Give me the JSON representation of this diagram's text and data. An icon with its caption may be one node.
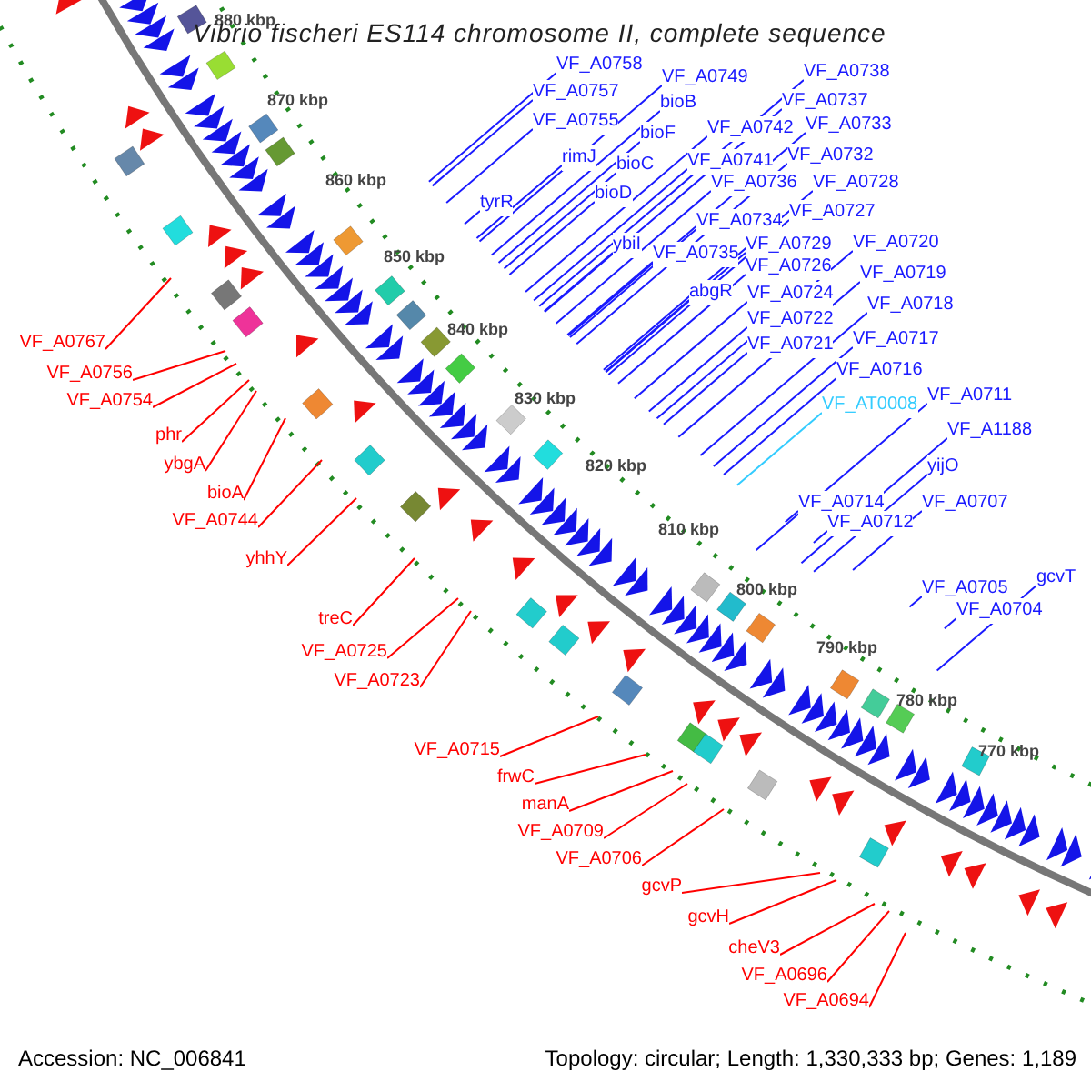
{
  "diagram": {
    "title": "Vibrio fischeri ES114 chromosome II, complete sequence",
    "nodes": [
      {
        "text": [
          "VF_A0758"
        ]
      },
      {
        "text": [
          "VF_A0738"
        ]
      },
      {
        "text": [
          "VF_A0749"
        ]
      },
      {
        "text": [
          "VF_A0757"
        ]
      },
      {
        "text": [
          "VF_A0737"
        ]
      },
      {
        "text": [
          "bioB"
        ]
      },
      {
        "text": [
          "VF_A0755"
        ]
      },
      {
        "text": [
          "VF_A0733"
        ]
      },
      {
        "text": [
          "VF_A0742"
        ]
      },
      {
        "text": [
          "bioF"
        ]
      },
      {
        "text": [
          "VF_A0732"
        ]
      },
      {
        "text": [
          "rimJ"
        ]
      },
      {
        "text": [
          "VF_A0741"
        ]
      },
      {
        "text": [
          "bioC"
        ]
      },
      {
        "text": [
          "VF_A0728"
        ]
      },
      {
        "text": [
          "VF_A0736"
        ]
      },
      {
        "text": [
          "bioD"
        ]
      },
      {
        "text": [
          "tyrR"
        ]
      },
      {
        "text": [
          "VF_A0727"
        ]
      },
      {
        "text": [
          "VF_A0734"
        ]
      },
      {
        "text": [
          "VF_A0720"
        ]
      },
      {
        "text": [
          "VF_A0729"
        ]
      },
      {
        "text": [
          "ybiI"
        ]
      },
      {
        "text": [
          "VF_A0735"
        ]
      },
      {
        "text": [
          "VF_A0726"
        ]
      },
      {
        "text": [
          "VF_A0719"
        ]
      },
      {
        "text": [
          "abgR"
        ]
      },
      {
        "text": [
          "VF_A0724"
        ]
      },
      {
        "text": [
          "VF_A0718"
        ]
      },
      {
        "text": [
          "VF_A0722"
        ]
      },
      {
        "text": [
          "VF_A0717"
        ]
      },
      {
        "text": [
          "VF_A0721"
        ]
      },
      {
        "text": [
          "VF_A0716"
        ]
      },
      {
        "text": [
          "VF_A0711"
        ]
      },
      {
        "text": [
          "VF_AT0008"
        ]
      },
      {
        "text": [
          "VF_A1188"
        ]
      },
      {
        "text": [
          "yijO"
        ]
      },
      {
        "text": [
          "VF_A0714"
        ]
      },
      {
        "text": [
          "VF_A0707"
        ]
      },
      {
        "text": [
          "VF_A0712"
        ]
      },
      {
        "text": [
          "gcvT"
        ]
      },
      {
        "text": [
          "VF_A0705"
        ]
      },
      {
        "text": [
          "VF_A0704"
        ]
      },
      {
        "text": [
          "VF_A0767"
        ]
      },
      {
        "text": [
          "VF_A0756"
        ]
      },
      {
        "text": [
          "VF_A0754"
        ]
      },
      {
        "text": [
          "phr"
        ]
      },
      {
        "text": [
          "ybgA"
        ]
      },
      {
        "text": [
          "bioA"
        ]
      },
      {
        "text": [
          "VF_A0744"
        ]
      },
      {
        "text": [
          "yhhY"
        ]
      },
      {
        "text": [
          "treC"
        ]
      },
      {
        "text": [
          "VF_A0725"
        ]
      },
      {
        "text": [
          "VF_A0723"
        ]
      },
      {
        "text": [
          "VF_A0715"
        ]
      },
      {
        "text": [
          "frwC"
        ]
      },
      {
        "text": [
          "manA"
        ]
      },
      {
        "text": [
          "VF_A0709"
        ]
      },
      {
        "text": [
          "VF_A0706"
        ]
      },
      {
        "text": [
          "gcvP"
        ]
      },
      {
        "text": [
          "gcvH"
        ]
      },
      {
        "text": [
          "cheV3"
        ]
      },
      {
        "text": [
          "VF_A0696"
        ]
      },
      {
        "text": [
          "VF_A0694"
        ]
      }
    ],
    "edges": [
      {
        "from": 0,
        "to": null,
        "arrow": "none"
      },
      {
        "from": 1,
        "to": null,
        "arrow": "none"
      },
      {
        "from": 2,
        "to": null,
        "arrow": "none"
      },
      {
        "from": 3,
        "to": null,
        "arrow": "none"
      },
      {
        "from": 4,
        "to": null,
        "arrow": "none"
      },
      {
        "from": 5,
        "to": null,
        "arrow": "none"
      },
      {
        "from": 6,
        "to": null,
        "arrow": "none"
      },
      {
        "from": 7,
        "to": null,
        "arrow": "none"
      },
      {
        "from": 8,
        "to": null,
        "arrow": "none"
      },
      {
        "from": 9,
        "to": null,
        "arrow": "none"
      },
      {
        "from": 10,
        "to": null,
        "arrow": "none"
      },
      {
        "from": 11,
        "to": null,
        "arrow": "none"
      },
      {
        "from": 12,
        "to": null,
        "arrow": "none"
      },
      {
        "from": 13,
        "to": null,
        "arrow": "none"
      },
      {
        "from": 14,
        "to": null,
        "arrow": "none"
      },
      {
        "from": 15,
        "to": null,
        "arrow": "none"
      },
      {
        "from": 16,
        "to": null,
        "arrow": "none"
      },
      {
        "from": 17,
        "to": null,
        "arrow": "none"
      },
      {
        "from": 18,
        "to": null,
        "arrow": "none"
      },
      {
        "from": 19,
        "to": null,
        "arrow": "none"
      },
      {
        "from": 20,
        "to": null,
        "arrow": "none"
      },
      {
        "from": 21,
        "to": null,
        "arrow": "none"
      },
      {
        "from": 22,
        "to": null,
        "arrow": "none"
      },
      {
        "from": 23,
        "to": null,
        "arrow": "none"
      },
      {
        "from": 24,
        "to": null,
        "arrow": "none"
      },
      {
        "from": 25,
        "to": null,
        "arrow": "none"
      },
      {
        "from": 26,
        "to": null,
        "arrow": "none"
      },
      {
        "from": 27,
        "to": null,
        "arrow": "none"
      },
      {
        "from": 28,
        "to": null,
        "arrow": "none"
      },
      {
        "from": 29,
        "to": null,
        "arrow": "none"
      },
      {
        "from": 30,
        "to": null,
        "arrow": "none"
      },
      {
        "from": 31,
        "to": null,
        "arrow": "none"
      },
      {
        "from": 32,
        "to": null,
        "arrow": "none"
      },
      {
        "from": 33,
        "to": null,
        "arrow": "none"
      },
      {
        "from": 34,
        "to": null,
        "arrow": "none",
        "color": "#33ccff"
      },
      {
        "from": 35,
        "to": null,
        "arrow": "none"
      },
      {
        "from": 36,
        "to": null,
        "arrow": "none"
      },
      {
        "from": 37,
        "to": null,
        "arrow": "none"
      },
      {
        "from": 38,
        "to": null,
        "arrow": "none"
      },
      {
        "from": 39,
        "to": null,
        "arrow": "none"
      },
      {
        "from": 40,
        "to": null,
        "arrow": "none"
      },
      {
        "from": 41,
        "to": null,
        "arrow": "none"
      },
      {
        "from": 42,
        "to": null,
        "arrow": "none"
      },
      {
        "from": 43,
        "to": null,
        "arrow": "none",
        "color": "#ff0000"
      },
      {
        "from": 44,
        "to": null,
        "arrow": "none",
        "color": "#ff0000"
      },
      {
        "from": 45,
        "to": null,
        "arrow": "none",
        "color": "#ff0000"
      },
      {
        "from": 46,
        "to": null,
        "arrow": "none",
        "color": "#ff0000"
      },
      {
        "from": 47,
        "to": null,
        "arrow": "none",
        "color": "#ff0000"
      },
      {
        "from": 48,
        "to": null,
        "arrow": "none",
        "color": "#ff0000"
      },
      {
        "from": 49,
        "to": null,
        "arrow": "none",
        "color": "#ff0000"
      },
      {
        "from": 50,
        "to": null,
        "arrow": "none",
        "color": "#ff0000"
      },
      {
        "from": 51,
        "to": null,
        "arrow": "none",
        "color": "#ff0000"
      },
      {
        "from": 52,
        "to": null,
        "arrow": "none",
        "color": "#ff0000"
      },
      {
        "from": 53,
        "to": null,
        "arrow": "none",
        "color": "#ff0000"
      },
      {
        "from": 54,
        "to": null,
        "arrow": "none",
        "color": "#ff0000"
      },
      {
        "from": 55,
        "to": null,
        "arrow": "none",
        "color": "#ff0000"
      },
      {
        "from": 56,
        "to": null,
        "arrow": "none",
        "color": "#ff0000"
      },
      {
        "from": 57,
        "to": null,
        "arrow": "none",
        "color": "#ff0000"
      },
      {
        "from": 58,
        "to": null,
        "arrow": "none",
        "color": "#ff0000"
      },
      {
        "from": 59,
        "to": null,
        "arrow": "none",
        "color": "#ff0000"
      },
      {
        "from": 60,
        "to": null,
        "arrow": "none",
        "color": "#ff0000"
      },
      {
        "from": 61,
        "to": null,
        "arrow": "none",
        "color": "#ff0000"
      },
      {
        "from": 62,
        "to": null,
        "arrow": "none",
        "color": "#ff0000"
      },
      {
        "from": 63,
        "to": null,
        "arrow": "none",
        "color": "#ff0000"
      }
    ],
    "labels": [
      "880 kbp",
      "870 kbp",
      "860 kbp",
      "850 kbp",
      "840 kbp",
      "830 kbp",
      "820 kbp",
      "810 kbp",
      "800 kbp",
      "790 kbp",
      "780 kbp",
      "770 kbp",
      "Accession: NC_006841",
      "Topology: circular; Length: 1,330,333 bp; Genes: 1,189"
    ]
  }
}
